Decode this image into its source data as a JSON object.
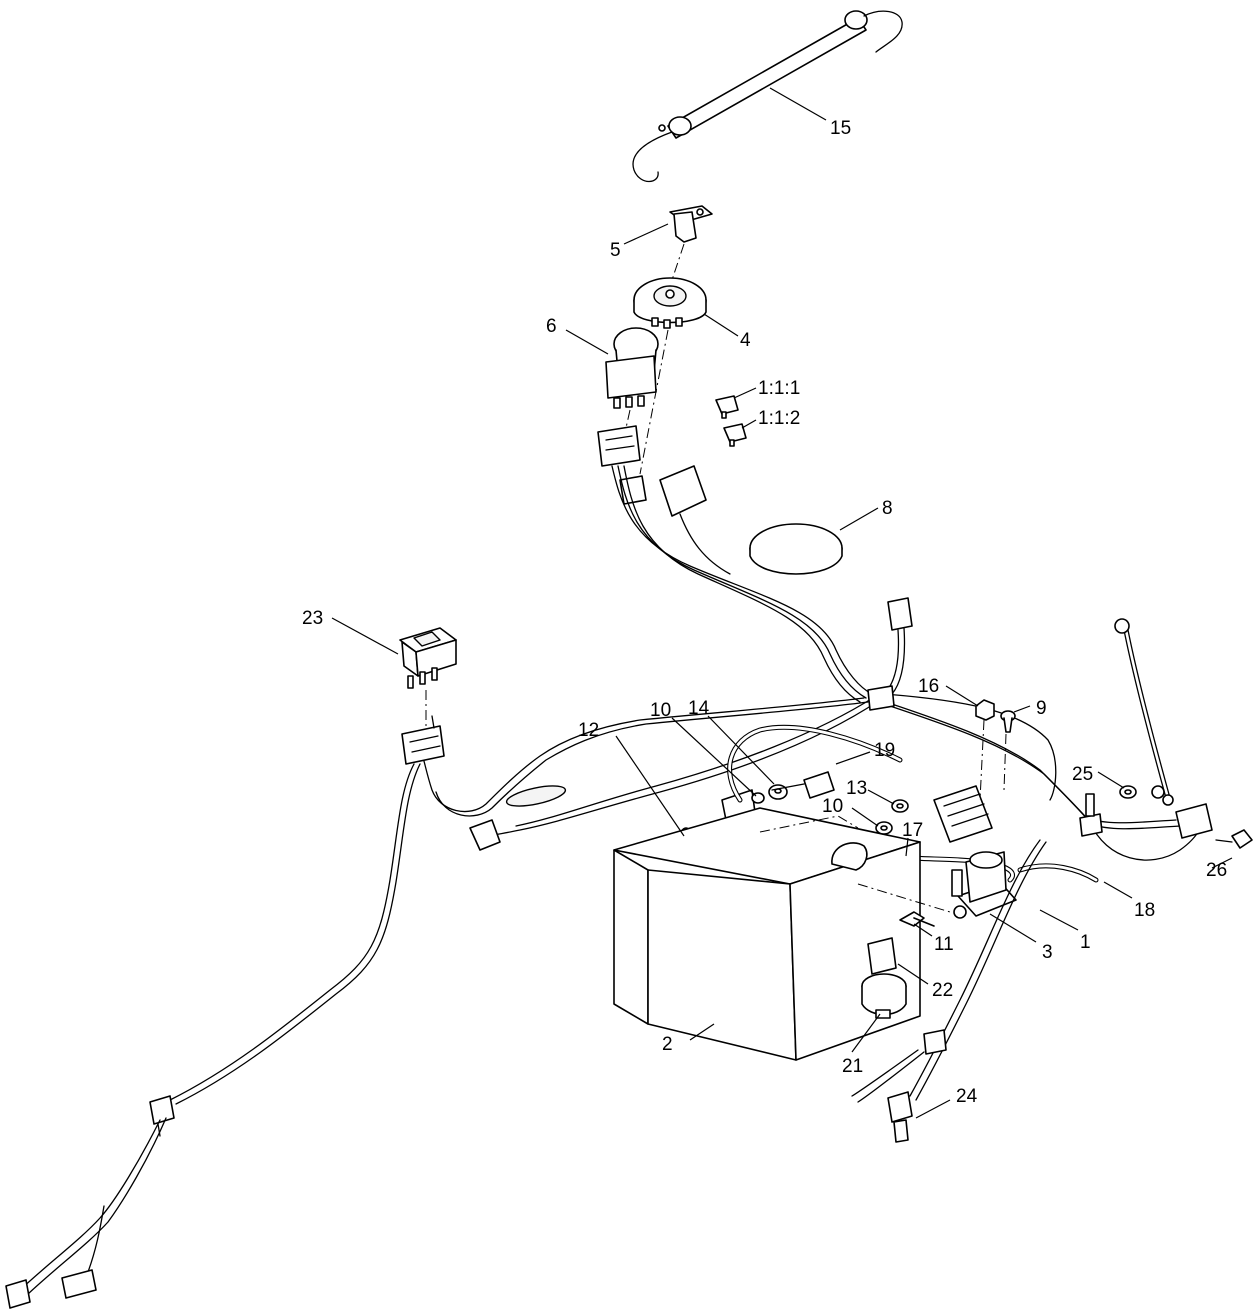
{
  "callouts": [
    {
      "id": "c15",
      "label": "15"
    },
    {
      "id": "c5",
      "label": "5"
    },
    {
      "id": "c4",
      "label": "4"
    },
    {
      "id": "c6",
      "label": "6"
    },
    {
      "id": "c111",
      "label": "1:1:1"
    },
    {
      "id": "c112",
      "label": "1:1:2"
    },
    {
      "id": "c8",
      "label": "8"
    },
    {
      "id": "c23",
      "label": "23"
    },
    {
      "id": "c16",
      "label": "16"
    },
    {
      "id": "c9",
      "label": "9"
    },
    {
      "id": "c10a",
      "label": "10"
    },
    {
      "id": "c14",
      "label": "14"
    },
    {
      "id": "c12",
      "label": "12"
    },
    {
      "id": "c19",
      "label": "19"
    },
    {
      "id": "c25",
      "label": "25"
    },
    {
      "id": "c13",
      "label": "13"
    },
    {
      "id": "c10b",
      "label": "10"
    },
    {
      "id": "c17",
      "label": "17"
    },
    {
      "id": "c26",
      "label": "26"
    },
    {
      "id": "c18",
      "label": "18"
    },
    {
      "id": "c1",
      "label": "1"
    },
    {
      "id": "c11",
      "label": "11"
    },
    {
      "id": "c3",
      "label": "3"
    },
    {
      "id": "c22",
      "label": "22"
    },
    {
      "id": "c2",
      "label": "2"
    },
    {
      "id": "c21",
      "label": "21"
    },
    {
      "id": "c24",
      "label": "24"
    }
  ]
}
